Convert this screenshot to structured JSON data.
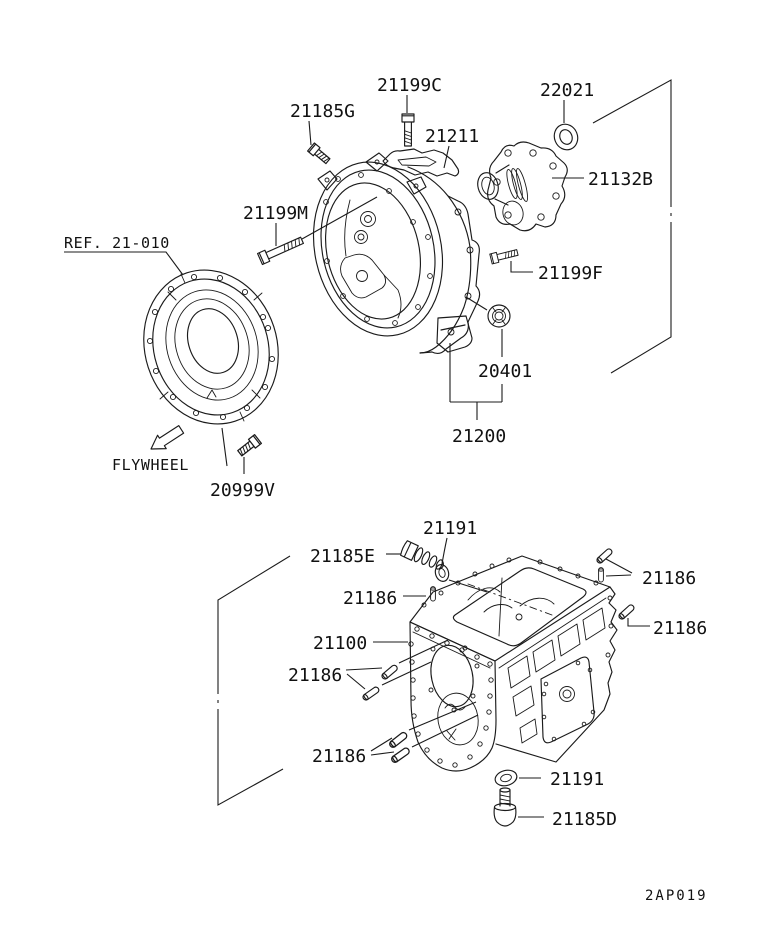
{
  "figure": {
    "background_color": "#ffffff",
    "line_color": "#1b1b1b",
    "description": "Exploded parts diagram: clutch housing (21200) and transmission case (21100)"
  },
  "labels": {
    "p21199C": "21199C",
    "p22021": "22021",
    "p21185G": "21185G",
    "p21211": "21211",
    "p21132B": "21132B",
    "p21199M": "21199M",
    "ref": "REF. 21-010",
    "p21199F": "21199F",
    "p20401": "20401",
    "p21200": "21200",
    "flywheel": "FLYWHEEL",
    "p20999V": "20999V",
    "p21191": "21191",
    "p21185E": "21185E",
    "p21186": "21186",
    "p21100": "21100",
    "p21185D": "21185D",
    "code": "2AP019"
  }
}
